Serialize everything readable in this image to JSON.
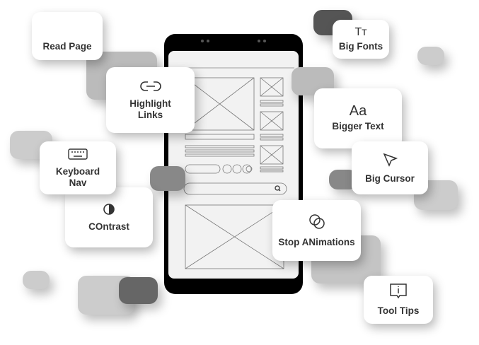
{
  "cards": {
    "read_page": "Read Page",
    "big_fonts": "Big Fonts",
    "highlight_links": "Highlight Links",
    "bigger_text": "Bigger Text",
    "keyboard_nav": "Keyboard Nav",
    "big_cursor": "Big Cursor",
    "contrast": "COntrast",
    "stop_animations": "Stop ANimations",
    "tool_tips": "Tool Tips"
  },
  "icons": {
    "big_fonts": "text-size-icon",
    "highlight_links": "link-icon",
    "bigger_text": "font-icon",
    "keyboard_nav": "keyboard-icon",
    "big_cursor": "cursor-icon",
    "contrast": "contrast-icon",
    "stop_animations": "overlap-circles-icon",
    "tool_tips": "info-bubble-icon"
  },
  "glyphs": {
    "tt": "Tт",
    "aa": "Aa"
  }
}
